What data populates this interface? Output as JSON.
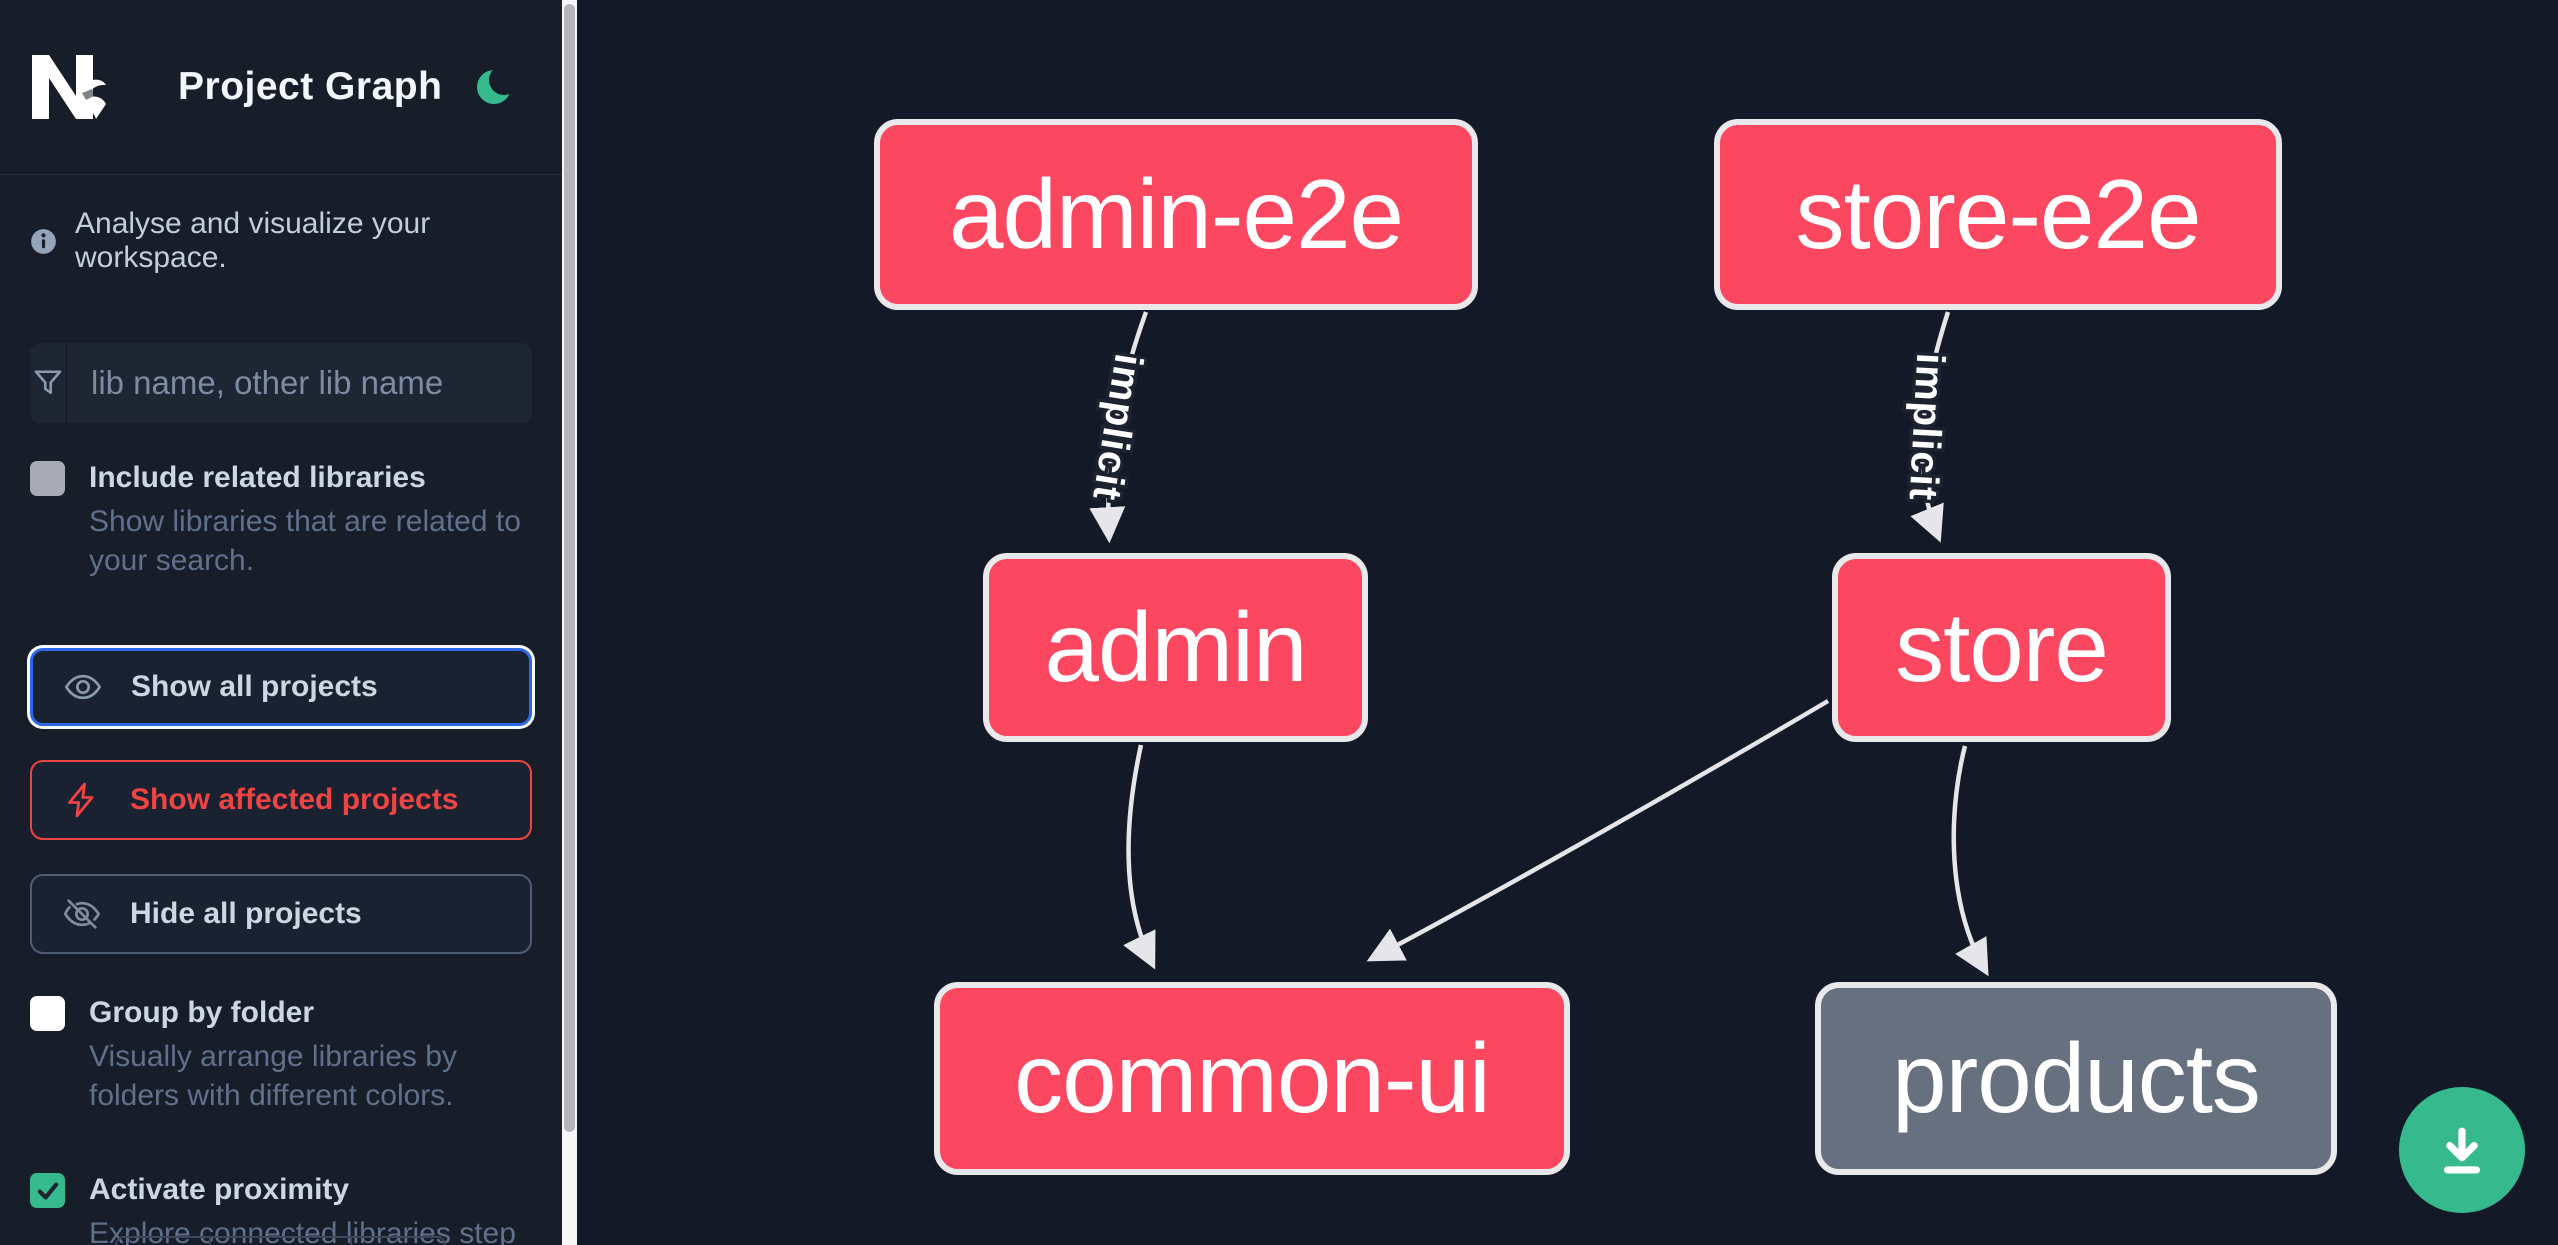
{
  "header": {
    "app_name": "Nx",
    "title": "Project Graph"
  },
  "sidebar": {
    "tagline": "Analyse and visualize your workspace.",
    "search": {
      "placeholder": "lib name, other lib name",
      "value": ""
    },
    "toggles": [
      {
        "label": "Include related libraries",
        "description": "Show libraries that are related to your search.",
        "checked": false
      },
      {
        "label": "Group by folder",
        "description": "Visually arrange libraries by folders with different colors.",
        "checked": false
      },
      {
        "label": "Activate proximity",
        "description": "Explore connected libraries step by step.",
        "checked": true
      }
    ],
    "actions": [
      {
        "label": "Show all projects",
        "state": "focused"
      },
      {
        "label": "Show affected projects",
        "state": "affected"
      },
      {
        "label": "Hide all projects",
        "state": "default"
      }
    ]
  },
  "graph": {
    "nodes": [
      {
        "id": "admin-e2e",
        "label": "admin-e2e",
        "color": "#fb4760"
      },
      {
        "id": "store-e2e",
        "label": "store-e2e",
        "color": "#fb4760"
      },
      {
        "id": "admin",
        "label": "admin",
        "color": "#fb4760"
      },
      {
        "id": "store",
        "label": "store",
        "color": "#fb4760"
      },
      {
        "id": "common-ui",
        "label": "common-ui",
        "color": "#fb4760"
      },
      {
        "id": "products",
        "label": "products",
        "color": "#67707f"
      }
    ],
    "edges": [
      {
        "from": "admin-e2e",
        "to": "admin",
        "label": "implicit"
      },
      {
        "from": "store-e2e",
        "to": "store",
        "label": "implicit"
      },
      {
        "from": "admin",
        "to": "common-ui",
        "label": ""
      },
      {
        "from": "store",
        "to": "common-ui",
        "label": ""
      },
      {
        "from": "store",
        "to": "products",
        "label": ""
      }
    ]
  },
  "colors": {
    "background": "#141927",
    "sidebar": "#181d2a",
    "accent_green": "#36b98c",
    "accent_blue": "#2c68e8",
    "accent_red": "#ef4444",
    "node_pink": "#fb4760",
    "node_gray": "#67707f",
    "edge": "#e6e6ea"
  }
}
